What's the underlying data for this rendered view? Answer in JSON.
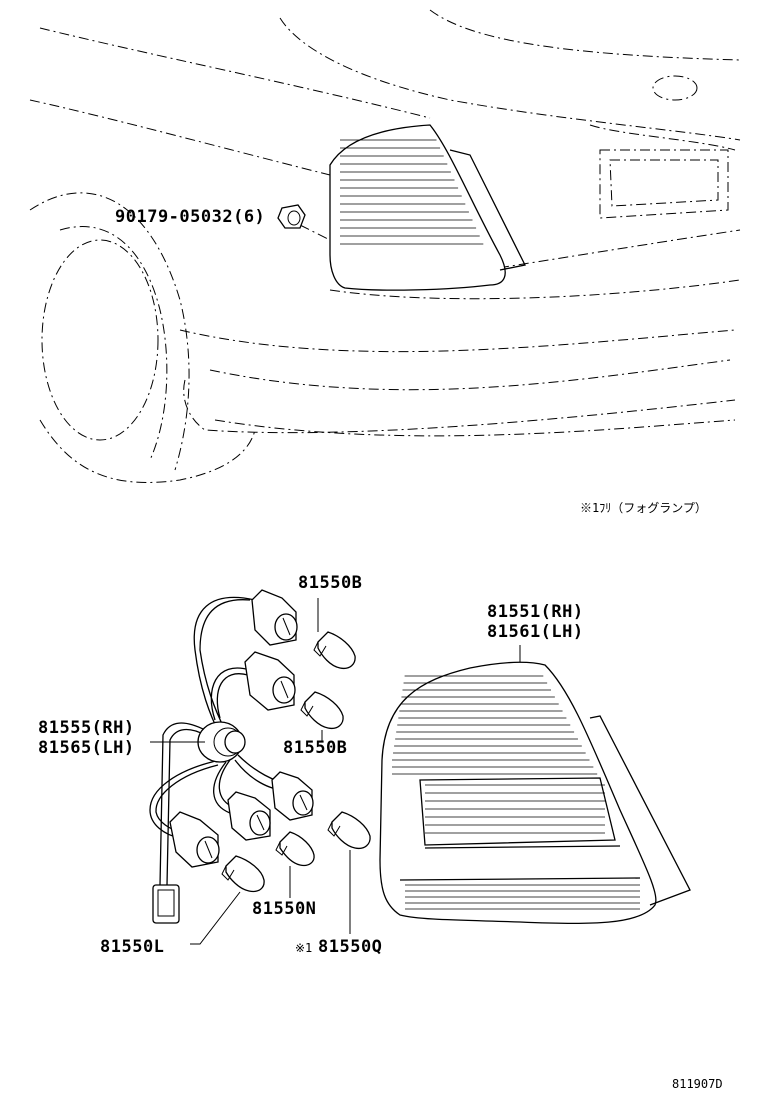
{
  "labels": {
    "clip": "90179-05032(6)",
    "bulb_b_top": "81550B",
    "lamp_rh": "81551(RH)",
    "lamp_lh": "81561(LH)",
    "socket_rh": "81555(RH)",
    "socket_lh": "81565(LH)",
    "bulb_b_mid": "81550B",
    "bulb_n": "81550N",
    "bulb_l": "81550L",
    "bulb_q": "81550Q",
    "bulb_q_marker": "※1"
  },
  "note": "※1ﾌﾘ（フォグランプ）",
  "ref_code": "811907D"
}
